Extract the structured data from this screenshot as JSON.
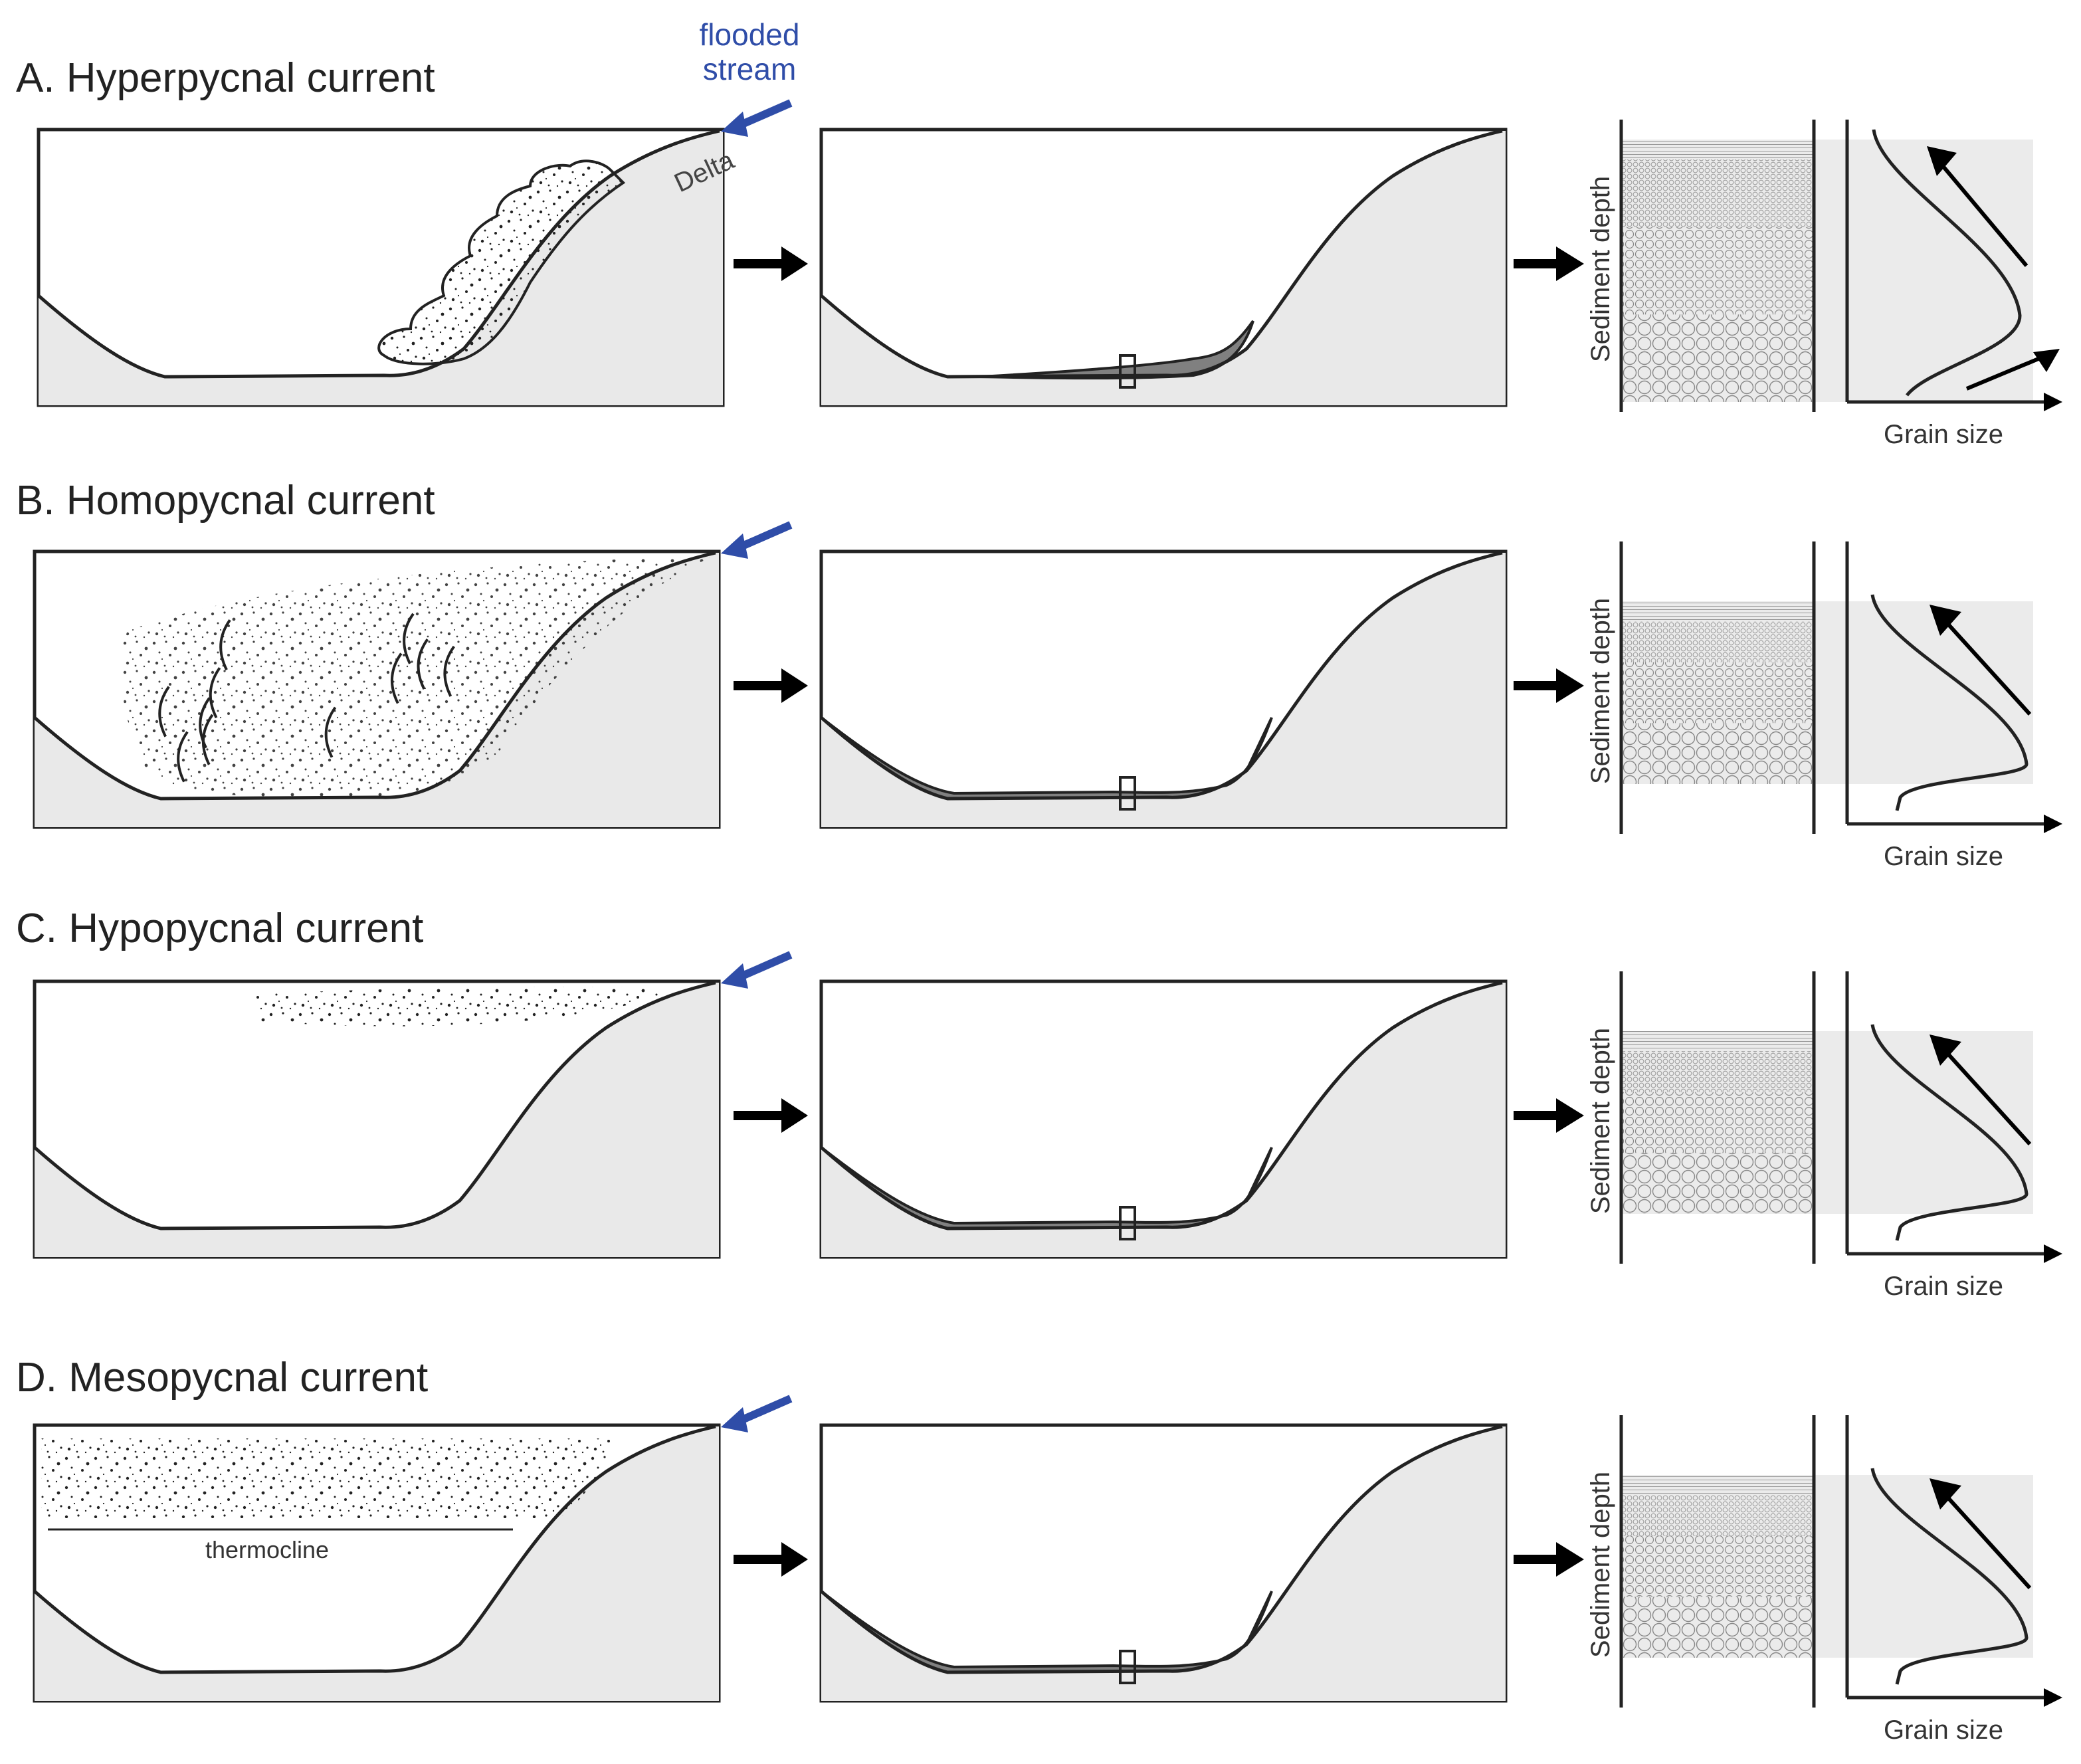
{
  "stream_label": {
    "line1": "flooded",
    "line2": "stream"
  },
  "delta_label": "Delta",
  "thermocline_label": "thermocline",
  "axis_labels": {
    "depth": "Sediment depth",
    "grain": "Grain size"
  },
  "colors": {
    "stroke": "#222222",
    "sediment": "#e9e9e9",
    "deposit": "#808080",
    "core_band": "#ebebeb",
    "stream_arrow": "#2f4da8",
    "flow_arrow": "#000000"
  },
  "rows": [
    {
      "key": "A",
      "title": "A. Hyperpycnal current",
      "plume": "hyperpycnal"
    },
    {
      "key": "B",
      "title": "B. Homopycnal current",
      "plume": "homopycnal"
    },
    {
      "key": "C",
      "title": "C. Hypopycnal current",
      "plume": "hypopycnal"
    },
    {
      "key": "D",
      "title": "D. Mesopycnal current",
      "plume": "mesopycnal"
    }
  ]
}
